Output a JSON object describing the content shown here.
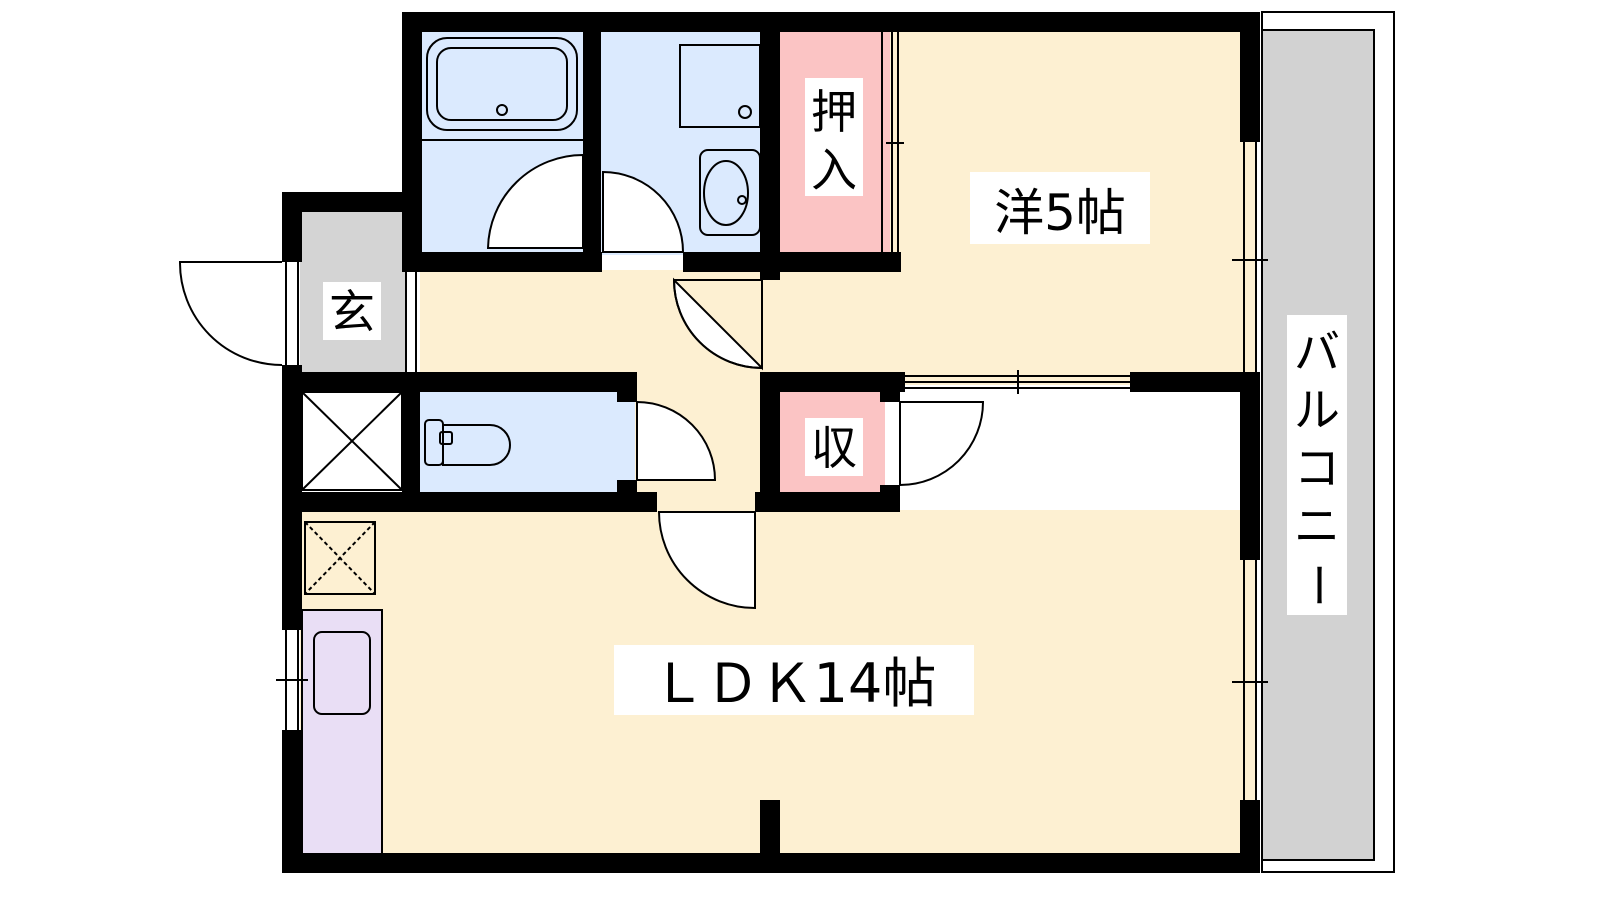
{
  "colors": {
    "wall": "#000000",
    "floor_wood": "#fdf0d2",
    "wet_area": "#dbeafe",
    "storage": "#fbc4c4",
    "entrance": "#d4d4d4",
    "balcony": "#d2d2d2",
    "kitchen": "#e9def5",
    "label_background": "#ffffff"
  },
  "rooms": {
    "western_room": {
      "label": "洋5帖"
    },
    "ldk": {
      "label": "ＬＤＫ14帖"
    },
    "closet": {
      "label_line1": "押",
      "label_line2": "入"
    },
    "storage": {
      "label": "収"
    },
    "entrance": {
      "label": "玄"
    },
    "balcony": {
      "label_chars": [
        "バ",
        "ル",
        "コ",
        "ニ",
        "ー"
      ]
    }
  },
  "icons": {
    "bathtub": "bathtub-icon",
    "washbasin": "washbasin-icon",
    "toilet": "toilet-icon",
    "kitchen_sink": "kitchen-sink-icon",
    "washing_machine_space": "laundry-space-icon",
    "refrigerator_space": "fridge-space-icon"
  }
}
